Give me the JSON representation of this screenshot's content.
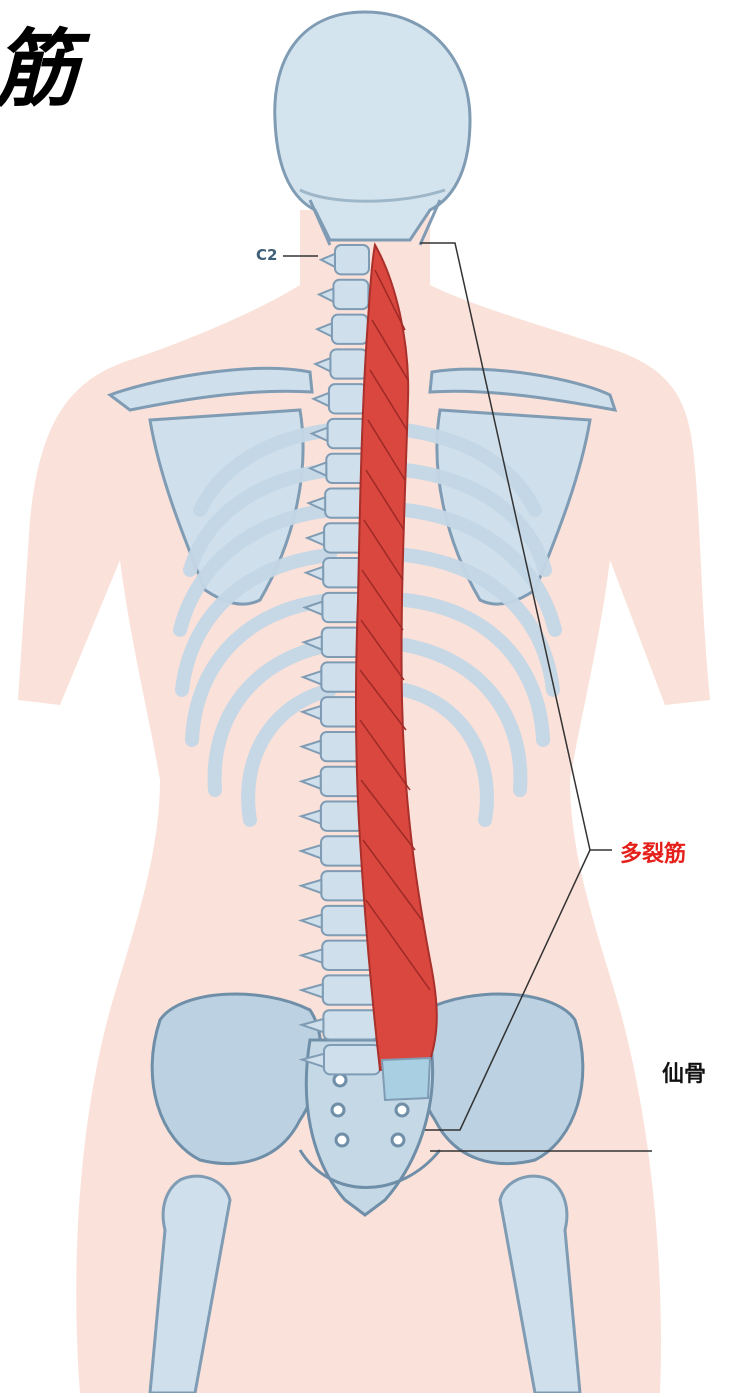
{
  "title": "筋",
  "labels": {
    "c2": "C2",
    "muscle": "多裂筋",
    "sacrum": "仙骨"
  },
  "colors": {
    "body_silhouette": "#f9dcd2",
    "bone_fill": "#cfe0ec",
    "bone_stroke": "#7f9cb4",
    "muscle_red": "#d9473f",
    "muscle_label_red": "#e5201b",
    "leader_line": "#333333"
  }
}
